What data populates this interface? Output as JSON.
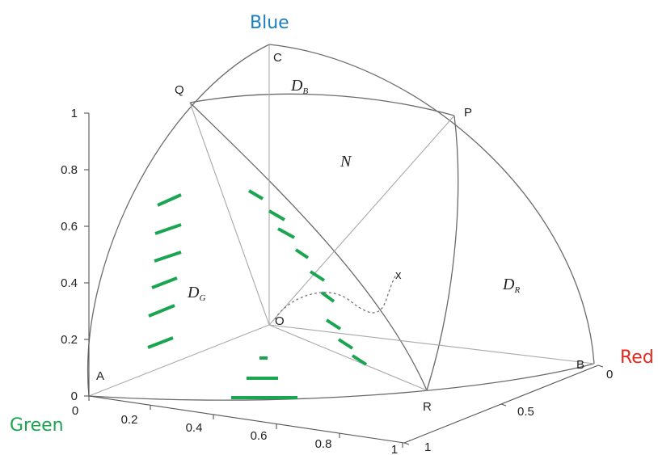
{
  "axes": {
    "blue": {
      "label": "Blue",
      "color": "#1a7fc1"
    },
    "red": {
      "label": "Red",
      "color": "#e8261c"
    },
    "green": {
      "label": "Green",
      "color": "#1aa550"
    }
  },
  "vertical_ticks": [
    "0",
    "0.2",
    "0.4",
    "0.6",
    "0.8",
    "1"
  ],
  "green_ticks": [
    "0",
    "0.2",
    "0.4",
    "0.6",
    "0.8",
    "1"
  ],
  "red_ticks": [
    "0",
    "0.5",
    "1"
  ],
  "points": {
    "A": "A",
    "B": "B",
    "C": "C",
    "O": "O",
    "P": "P",
    "Q": "Q",
    "R": "R",
    "x": "x"
  },
  "regions": {
    "d_b": {
      "main": "D",
      "sub": "B"
    },
    "d_g": {
      "main": "D",
      "sub": "G"
    },
    "d_r": {
      "main": "D",
      "sub": "R"
    },
    "n": "N"
  },
  "hatch_color": "#1aa550"
}
